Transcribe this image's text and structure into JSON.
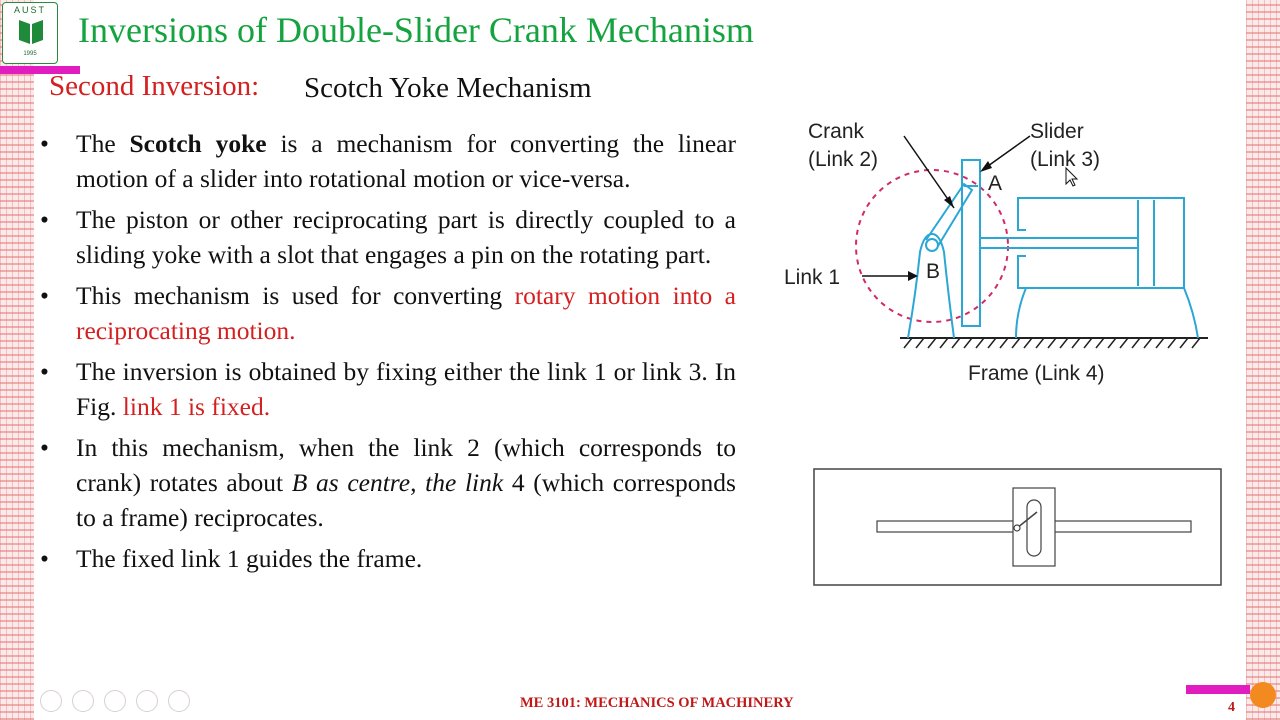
{
  "header": {
    "logo_text": "AUST",
    "logo_year": "1995",
    "title": "Inversions of Double-Slider Crank Mechanism"
  },
  "subtitle": {
    "label": "Second Inversion:",
    "name": "Scotch Yoke Mechanism"
  },
  "bullets": [
    {
      "pre": "The ",
      "bold": "Scotch yoke",
      "post": " is a mechanism for converting the linear motion of a slider into  rotational motion or vice-versa."
    },
    {
      "text": "The piston or other reciprocating part is directly coupled to a sliding yoke with a slot that engages a pin on the rotating part."
    },
    {
      "text": "This mechanism is used for converting ",
      "red": "rotary motion into a reciprocating motion."
    },
    {
      "text": "The inversion is obtained by fixing either the link 1 or link 3.  In Fig.  ",
      "red": "link 1 is fixed."
    },
    {
      "pre": "In this mechanism, when the link 2 (which corresponds to crank) rotates about ",
      "italic": "B   as centre, the link",
      "post": " 4 (which corresponds to a frame) reciprocates."
    },
    {
      "text": "The fixed link 1 guides the frame."
    }
  ],
  "bullet_symbol": "•",
  "diagram": {
    "crank": "Crank",
    "crank_link": "(Link 2)",
    "slider": "Slider",
    "slider_link": "(Link 3)",
    "link1": "Link 1",
    "point_a": "A",
    "point_b": "B",
    "frame": "Frame (Link 4)"
  },
  "footer": {
    "course": "ME 3101: MECHANICS OF MACHINERY",
    "page": "4"
  },
  "colors": {
    "title_green": "#14a33f",
    "accent_red": "#d42020",
    "accent_magenta": "#e21dbf",
    "diagram_blue": "#2aa7d4",
    "circle_pink": "#d02a6a"
  }
}
